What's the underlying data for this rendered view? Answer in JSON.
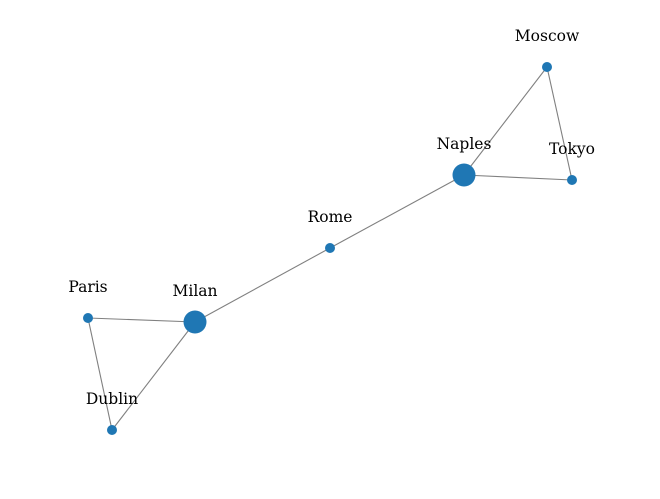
{
  "graph": {
    "node_color": "#1f77b4",
    "edge_color": "#808080",
    "nodes": [
      {
        "id": "moscow",
        "label": "Moscow",
        "degree": 2
      },
      {
        "id": "naples",
        "label": "Naples",
        "degree": 3
      },
      {
        "id": "tokyo",
        "label": "Tokyo",
        "degree": 2
      },
      {
        "id": "rome",
        "label": "Rome",
        "degree": 2
      },
      {
        "id": "paris",
        "label": "Paris",
        "degree": 2
      },
      {
        "id": "milan",
        "label": "Milan",
        "degree": 3
      },
      {
        "id": "dublin",
        "label": "Dublin",
        "degree": 2
      }
    ],
    "edges": [
      {
        "source": "moscow",
        "target": "naples"
      },
      {
        "source": "moscow",
        "target": "tokyo"
      },
      {
        "source": "naples",
        "target": "tokyo"
      },
      {
        "source": "naples",
        "target": "rome"
      },
      {
        "source": "rome",
        "target": "milan"
      },
      {
        "source": "milan",
        "target": "paris"
      },
      {
        "source": "milan",
        "target": "dublin"
      },
      {
        "source": "paris",
        "target": "dublin"
      }
    ]
  }
}
